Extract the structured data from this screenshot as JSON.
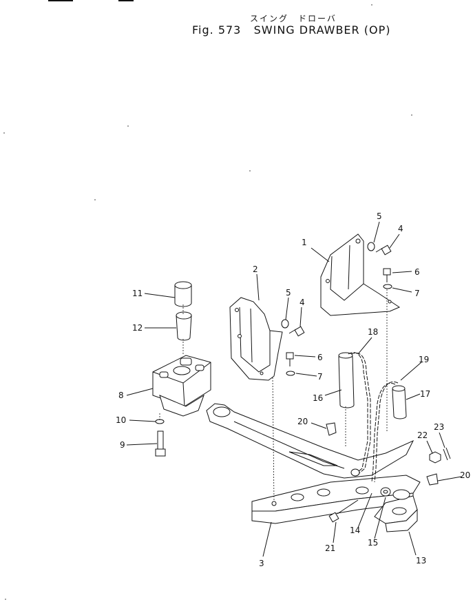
{
  "header": {
    "kana": "スイング　ドローバ",
    "fig_label": "Fig. 573",
    "fig_title": "SWING DRAWBER (OP)"
  },
  "callouts": [
    {
      "id": "c1",
      "label": "1"
    },
    {
      "id": "c2",
      "label": "2"
    },
    {
      "id": "c3",
      "label": "3"
    },
    {
      "id": "c4a",
      "label": "4"
    },
    {
      "id": "c4b",
      "label": "4"
    },
    {
      "id": "c5a",
      "label": "5"
    },
    {
      "id": "c5b",
      "label": "5"
    },
    {
      "id": "c6a",
      "label": "6"
    },
    {
      "id": "c6b",
      "label": "6"
    },
    {
      "id": "c7a",
      "label": "7"
    },
    {
      "id": "c7b",
      "label": "7"
    },
    {
      "id": "c8",
      "label": "8"
    },
    {
      "id": "c9",
      "label": "9"
    },
    {
      "id": "c10",
      "label": "10"
    },
    {
      "id": "c11",
      "label": "11"
    },
    {
      "id": "c12",
      "label": "12"
    },
    {
      "id": "c13",
      "label": "13"
    },
    {
      "id": "c14",
      "label": "14"
    },
    {
      "id": "c15",
      "label": "15"
    },
    {
      "id": "c16",
      "label": "16"
    },
    {
      "id": "c17",
      "label": "17"
    },
    {
      "id": "c18",
      "label": "18"
    },
    {
      "id": "c19",
      "label": "19"
    },
    {
      "id": "c20a",
      "label": "20"
    },
    {
      "id": "c20b",
      "label": "20"
    },
    {
      "id": "c21",
      "label": "21"
    },
    {
      "id": "c22",
      "label": "22"
    },
    {
      "id": "c23",
      "label": "23"
    }
  ]
}
